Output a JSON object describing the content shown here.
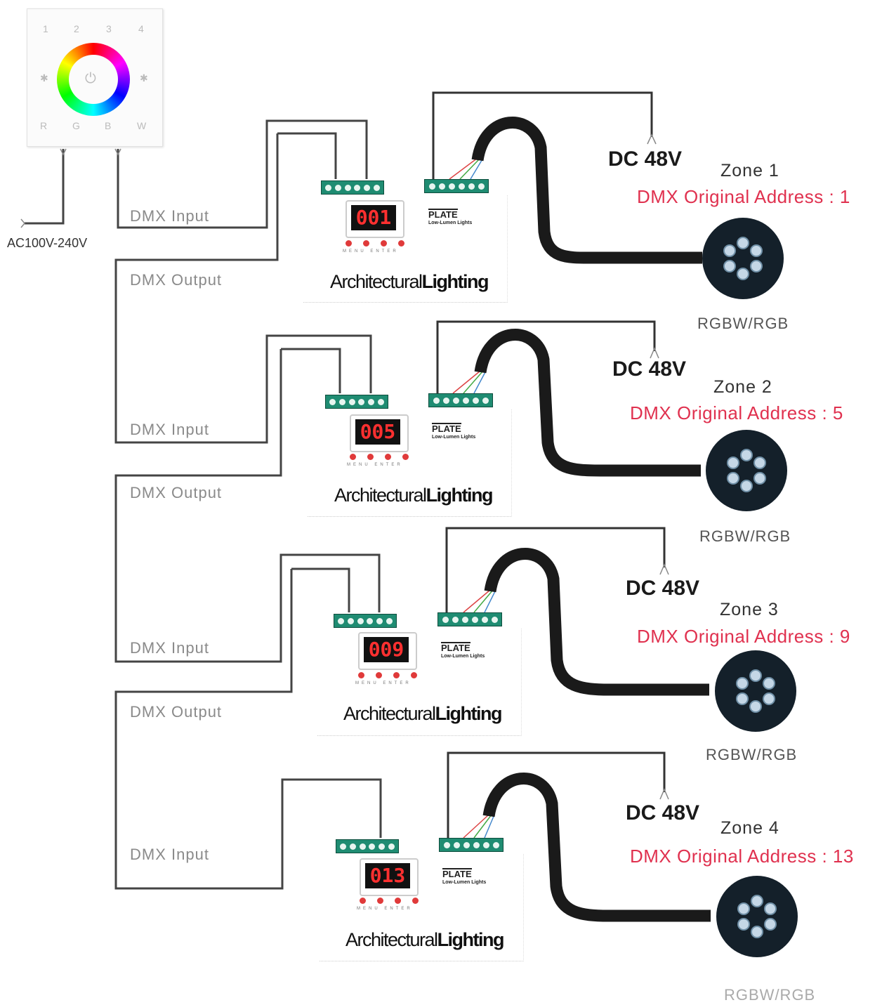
{
  "wall_panel": {
    "key_labels_top": [
      "1",
      "2",
      "3",
      "4"
    ],
    "key_labels_bottom": [
      "R",
      "G",
      "B",
      "W"
    ]
  },
  "power_input": "AC100V-240V",
  "labels": {
    "dmx_input": "DMX Input",
    "dmx_output": "DMX Output",
    "dc": "DC 48V",
    "output_type": "RGBW/RGB",
    "plate_brand": "PLATE",
    "plate_sub": "Low-Lumen Lights",
    "buttons_text": "MENU ENTER",
    "brand_thin": "Architectural",
    "brand_bold": "Lighting"
  },
  "zones": [
    {
      "name": "Zone 1",
      "address_text": "DMX Original Address : 1",
      "display": "001"
    },
    {
      "name": "Zone 2",
      "address_text": "DMX Original Address : 5",
      "display": "005"
    },
    {
      "name": "Zone 3",
      "address_text": "DMX Original Address : 9",
      "display": "009"
    },
    {
      "name": "Zone 4",
      "address_text": "DMX Original Address : 13",
      "display": "013"
    }
  ],
  "colors": {
    "wire": "#444444",
    "cable": "#1a1a1a",
    "terminal": "#1f8c72",
    "address_text": "#e0314f",
    "display_text": "#ff3030"
  }
}
